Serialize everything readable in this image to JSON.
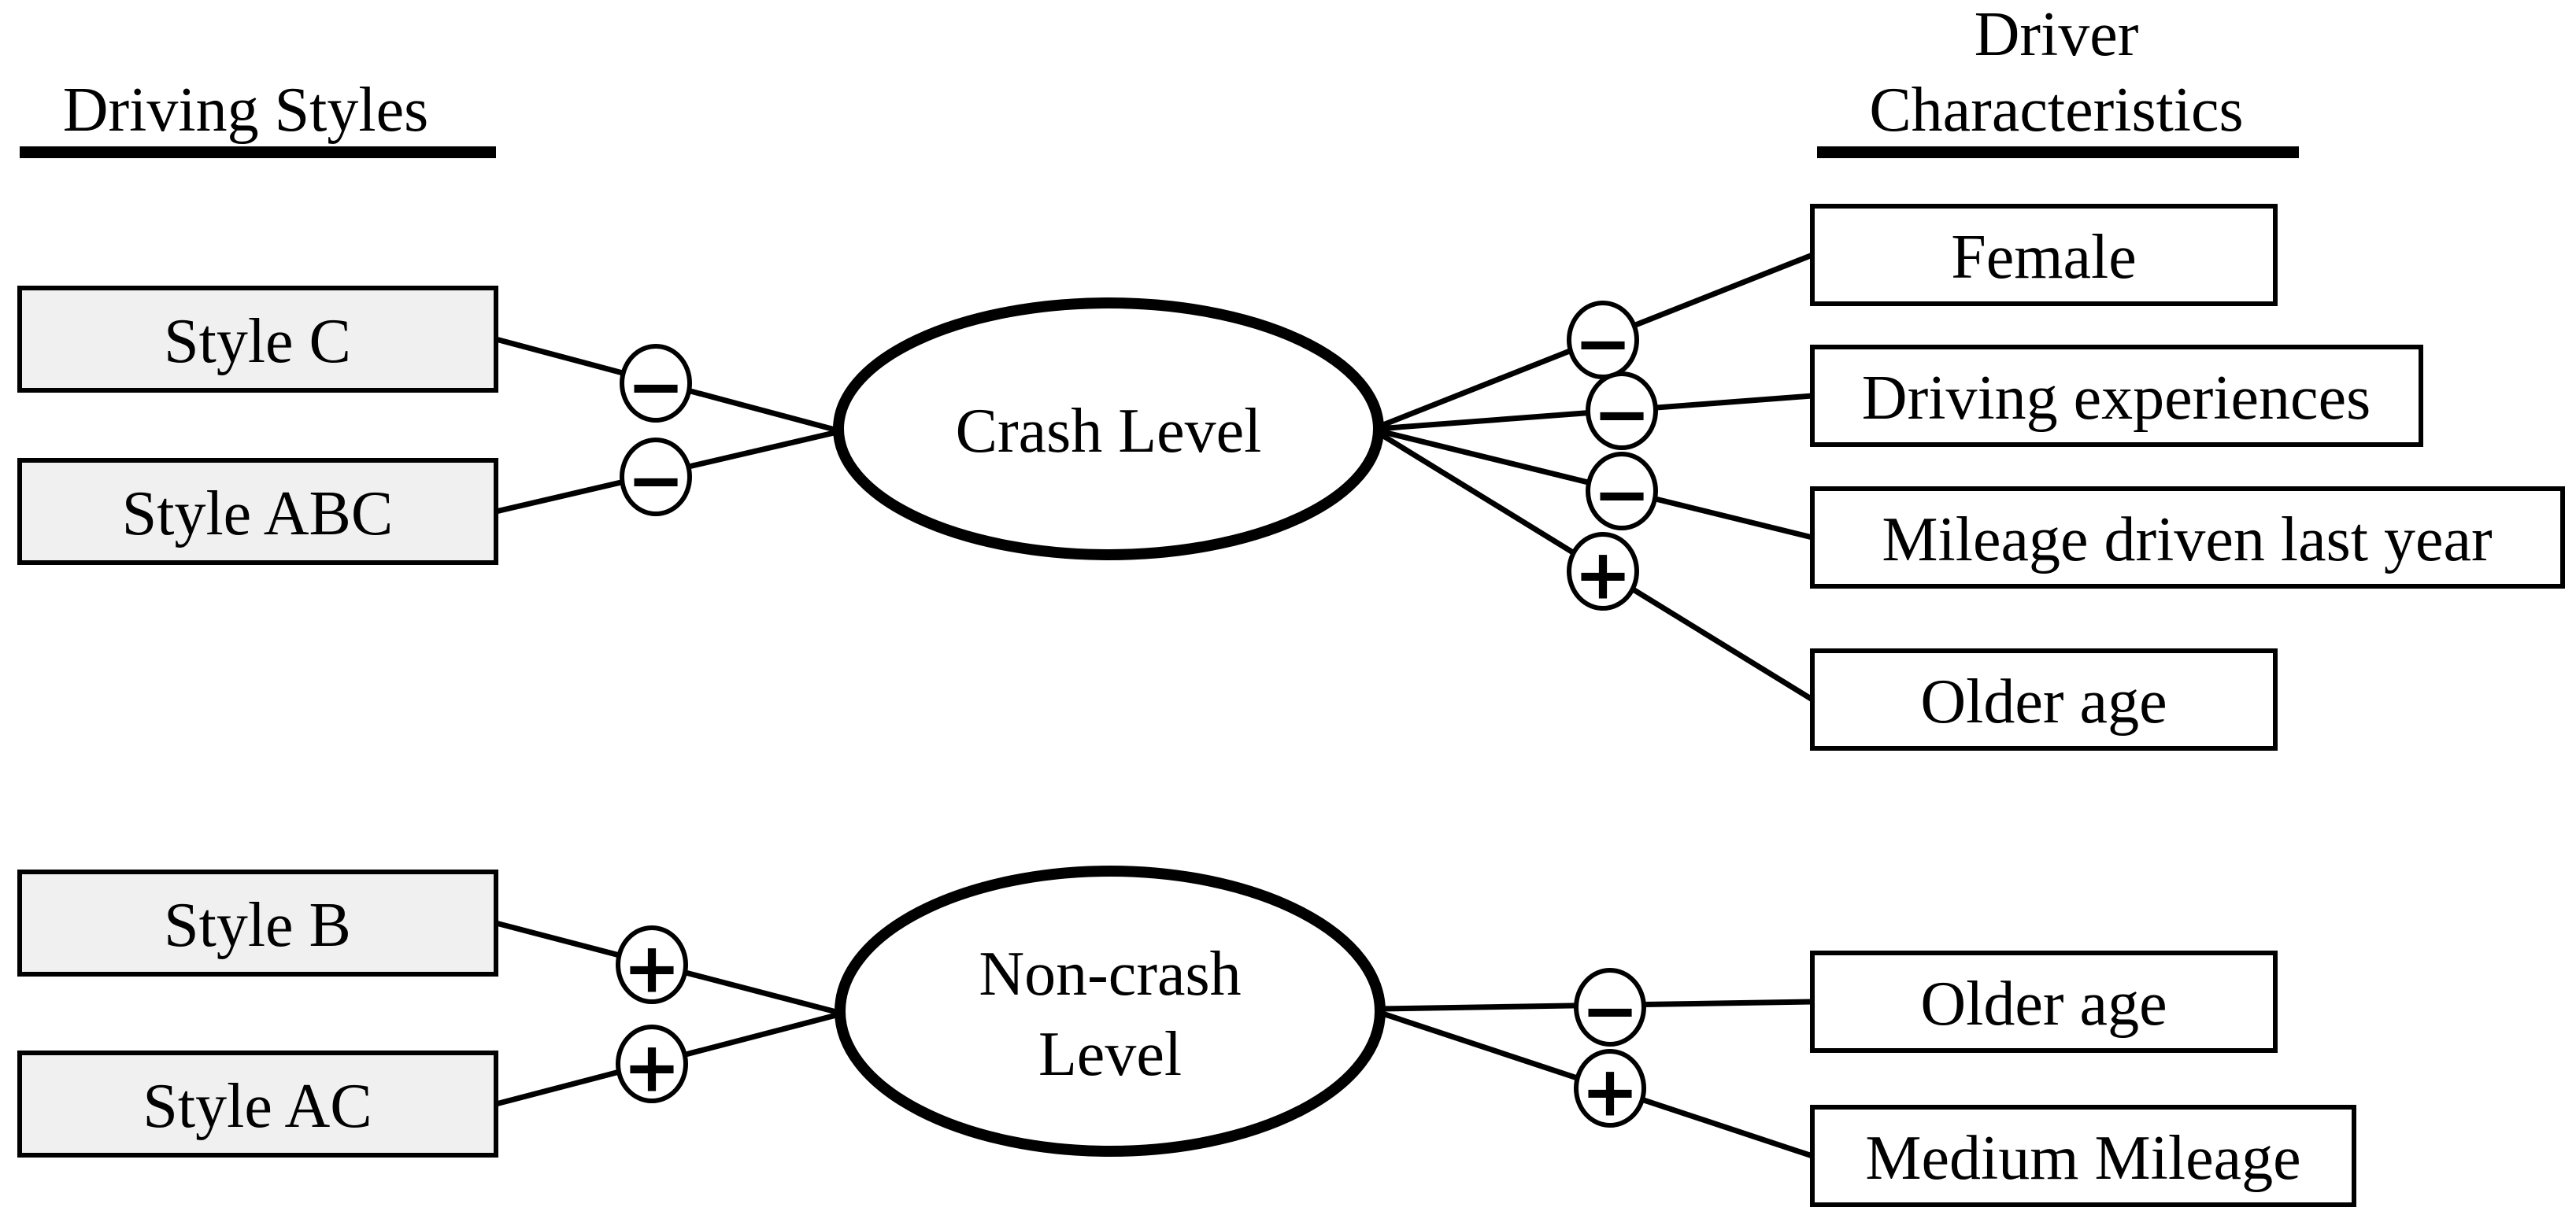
{
  "headers": {
    "left": {
      "title": "Driving Styles"
    },
    "right": {
      "line1": "Driver",
      "line2": "Characteristics"
    }
  },
  "colors": {
    "left_box_fill": "#f0f0f0",
    "right_box_fill": "#ffffff",
    "node_fill": "#ffffff",
    "line": "#000000"
  },
  "crash": {
    "label": "Crash Level",
    "styles": [
      {
        "label": "Style C",
        "sign": "−"
      },
      {
        "label": "Style ABC",
        "sign": "−"
      }
    ],
    "characteristics": [
      {
        "label": "Female",
        "sign": "−"
      },
      {
        "label": "Driving experiences",
        "sign": "−"
      },
      {
        "label": "Mileage driven last year",
        "sign": "−"
      },
      {
        "label": "Older age",
        "sign": "+"
      }
    ]
  },
  "noncrash": {
    "label_line1": "Non-crash",
    "label_line2": "Level",
    "styles": [
      {
        "label": "Style B",
        "sign": "+"
      },
      {
        "label": "Style AC",
        "sign": "+"
      }
    ],
    "characteristics": [
      {
        "label": "Older age",
        "sign": "−"
      },
      {
        "label": "Medium Mileage",
        "sign": "+"
      }
    ]
  }
}
